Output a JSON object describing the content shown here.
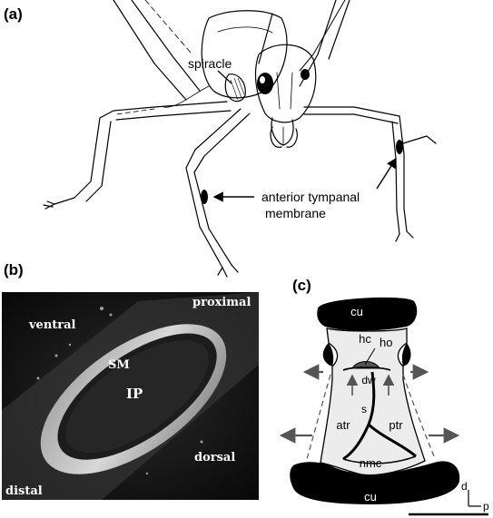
{
  "panel_a": {
    "label": "(a)",
    "annotations": {
      "spiracle": "spiracle",
      "tympanal_line1": "anterior tympanal",
      "tympanal_line2": "membrane"
    }
  },
  "panel_b": {
    "label": "(b)",
    "labels": {
      "proximal": "proximal",
      "ventral": "ventral",
      "sm": "SM",
      "ip": "IP",
      "dorsal": "dorsal",
      "distal": "distal"
    }
  },
  "panel_c": {
    "label": "(c)",
    "labels": {
      "cu_top": "cu",
      "hc": "hc",
      "ho": "ho",
      "dw": "dw",
      "s": "s",
      "atr": "atr",
      "ptr": "ptr",
      "nmc": "nmc",
      "cu_bottom": "cu",
      "axis_d": "d",
      "axis_p": "p"
    }
  },
  "colors": {
    "ink": "#000000",
    "fill_light": "#ececec",
    "arrow_gray": "#555555",
    "photo_dark": "#141414"
  }
}
